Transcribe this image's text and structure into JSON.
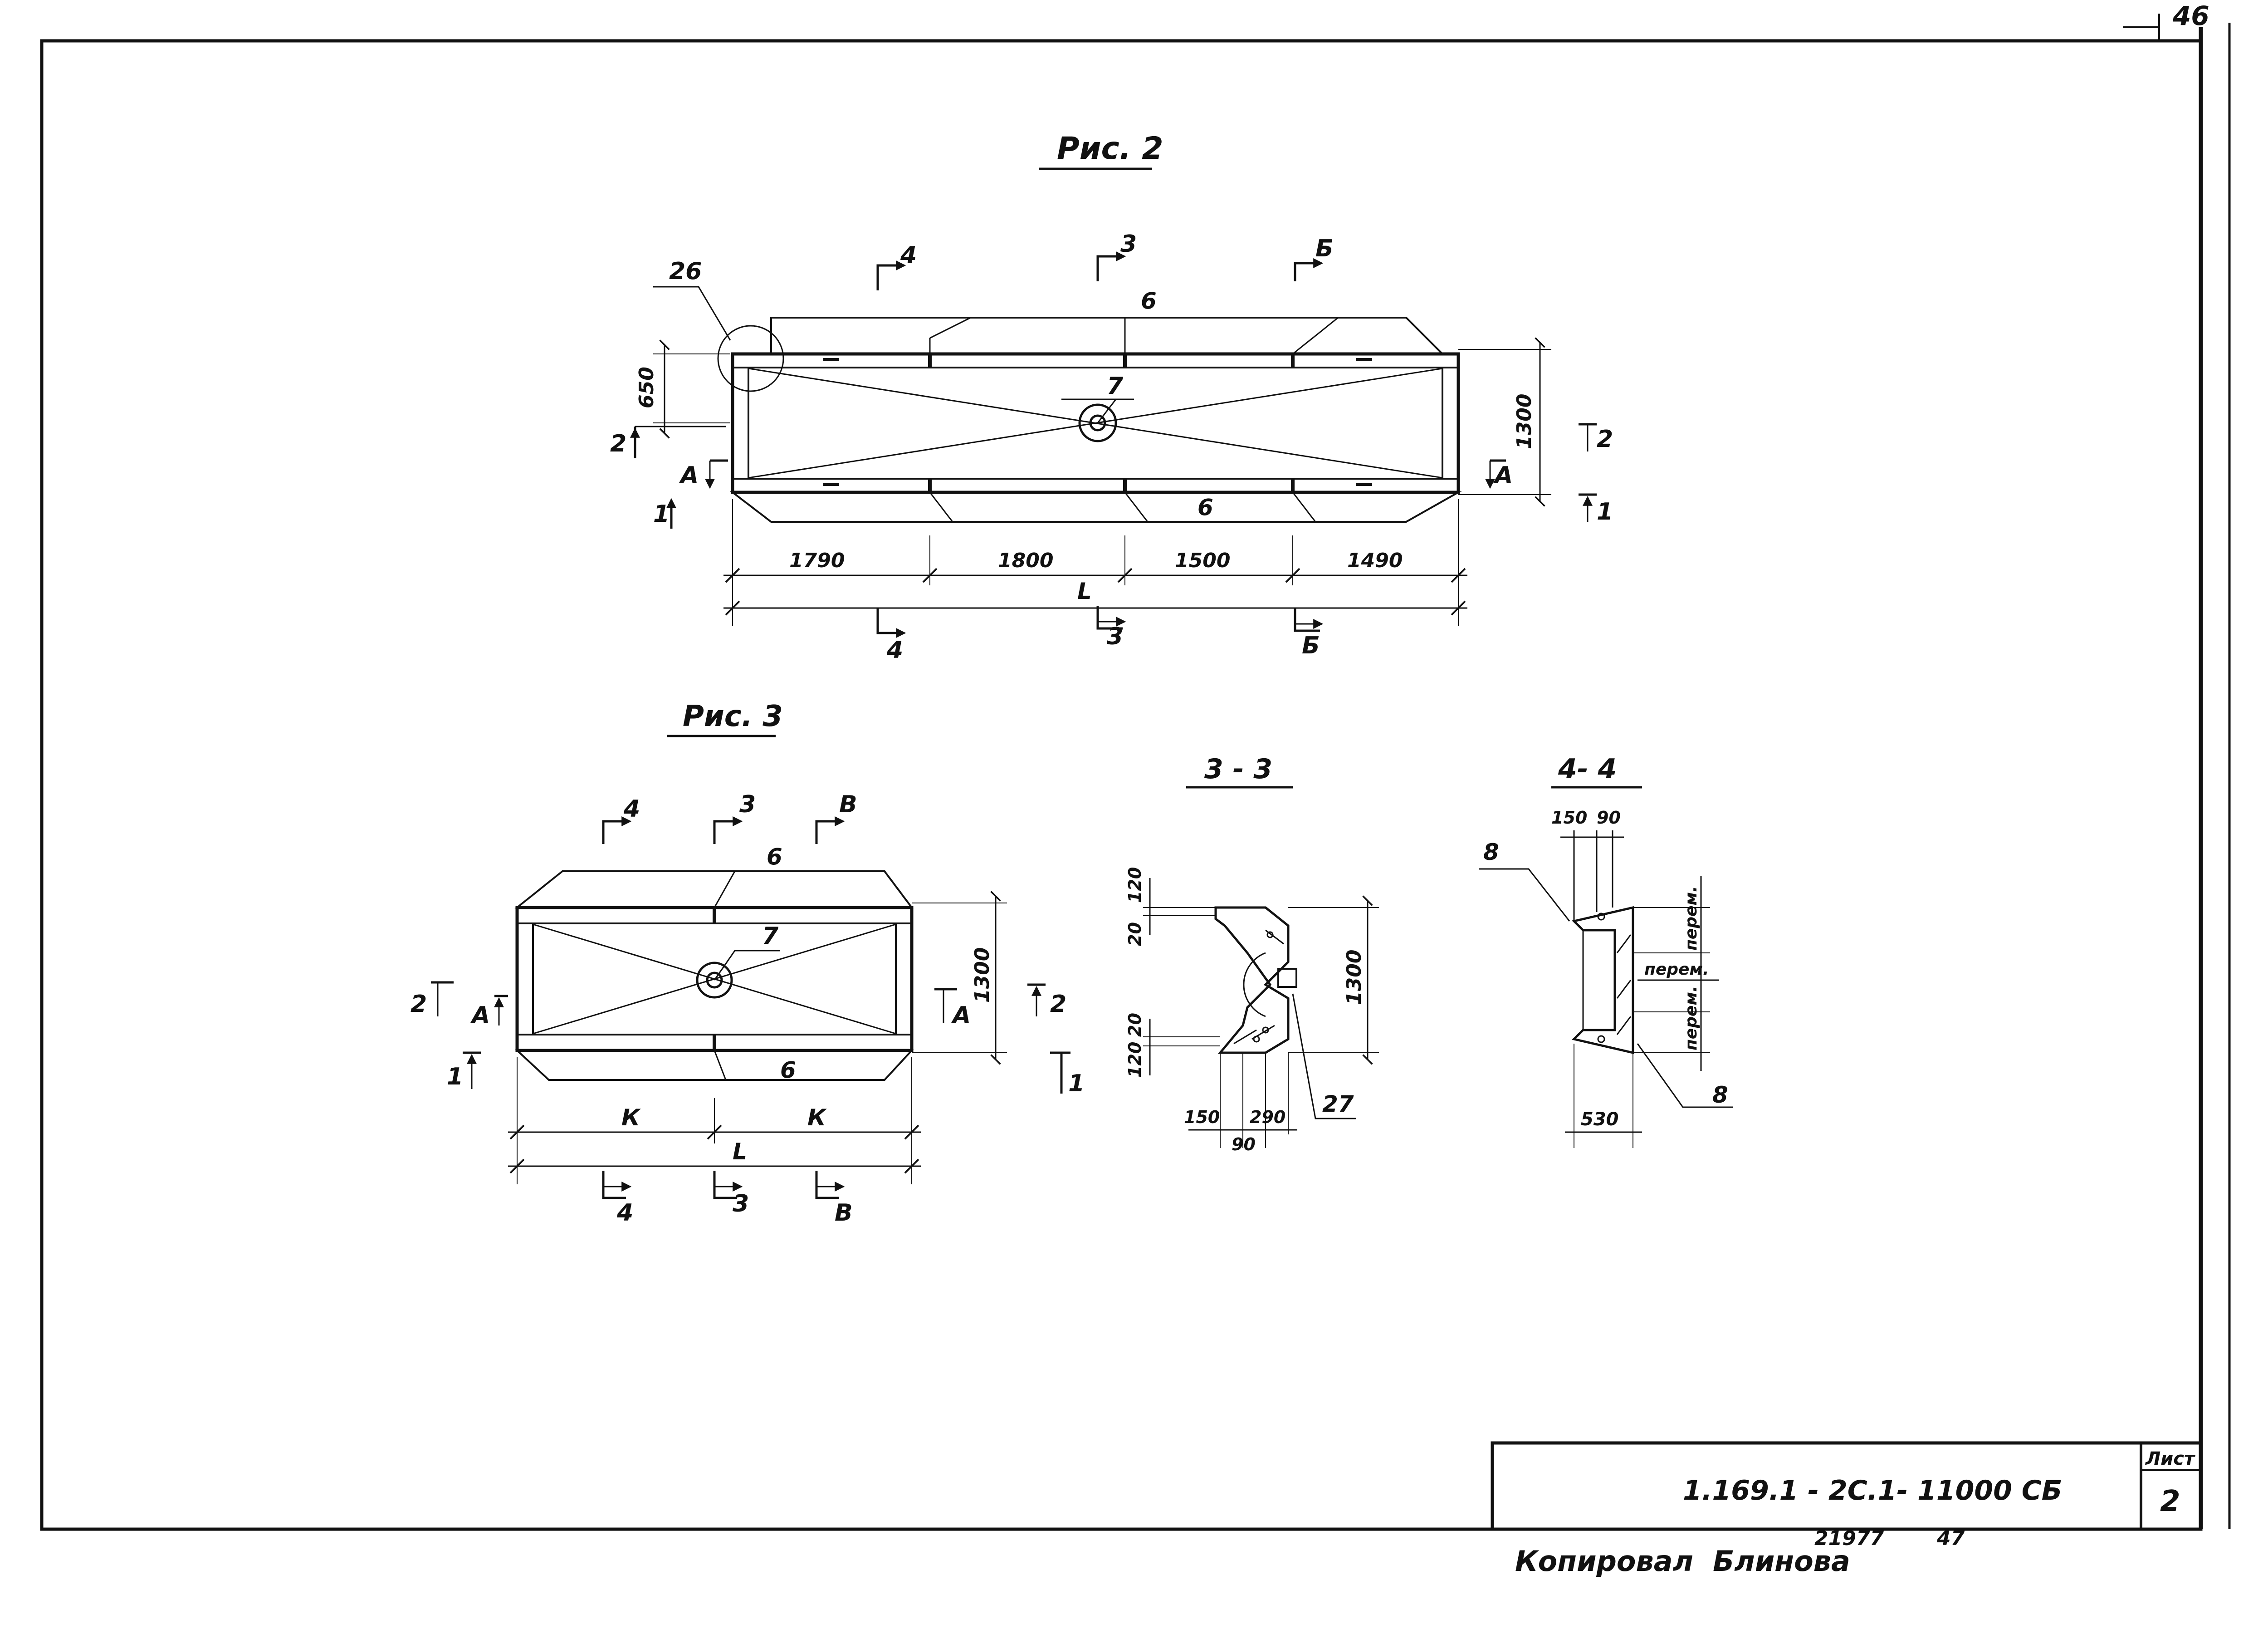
{
  "sheet": {
    "page_number": "46",
    "document_code": "1.169.1 - 2С.1- 11000 СБ",
    "sheet_label": "Лист",
    "sheet_number": "2",
    "copied_by": "Копировал  Блинова",
    "inventory_no": "21977",
    "format_no": "47"
  },
  "fig2": {
    "title": "Рис. 2",
    "callout_26": "26",
    "callout_7": "7",
    "slab_6_top": "6",
    "slab_6_bottom": "6",
    "dim_650": "650",
    "dim_1300": "1300",
    "dims_bottom": [
      "1790",
      "1800",
      "1500",
      "1490"
    ],
    "dim_L": "L",
    "section_marks_top": [
      "4",
      "3",
      "Б"
    ],
    "section_marks_bottom": [
      "4",
      "3",
      "Б"
    ],
    "left_marks": [
      "2",
      "А",
      "1"
    ],
    "right_marks": [
      "2",
      "А",
      "1"
    ]
  },
  "fig3": {
    "title": "Рис. 3",
    "callout_7": "7",
    "slab_6_top": "6",
    "slab_6_bottom": "6",
    "dim_1300": "1300",
    "dim_K": [
      "К",
      "К"
    ],
    "dim_L": "L",
    "section_marks_top": [
      "4",
      "3",
      "В"
    ],
    "section_marks_bottom": [
      "4",
      "3",
      "В"
    ],
    "left_marks": [
      "2",
      "А",
      "1"
    ],
    "right_marks": [
      "А",
      "2",
      "1"
    ]
  },
  "section33": {
    "title": "3 - 3",
    "dims_left": [
      "120",
      "20",
      "20",
      "120"
    ],
    "dim_1300": "1300",
    "dims_bottom": [
      "150",
      "290",
      "90"
    ],
    "callout_27": "27"
  },
  "section44": {
    "title": "4- 4",
    "dims_top": [
      "150",
      "90"
    ],
    "callout_8_top": "8",
    "callout_8_bottom": "8",
    "labels_perem": [
      "перем.",
      "перем.",
      "перем."
    ],
    "dim_530": "530"
  }
}
